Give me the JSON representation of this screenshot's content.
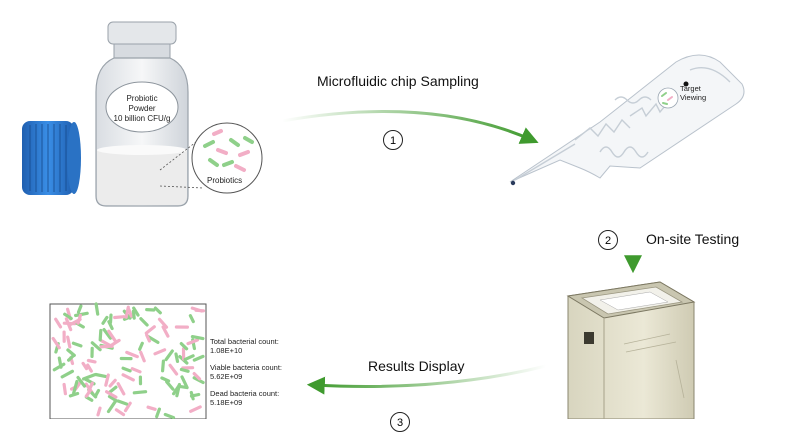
{
  "bottle": {
    "label_line1": "Probiotic",
    "label_line2": "Powder",
    "label_line3": "10 billion CFU/g",
    "zoom_label": "Probiotics"
  },
  "chip": {
    "target_line1": "Target",
    "target_line2": "Viewing"
  },
  "steps": [
    {
      "number": "1",
      "label": "Microfluidic chip Sampling"
    },
    {
      "number": "2",
      "label": "On-site Testing"
    },
    {
      "number": "3",
      "label": "Results Display"
    }
  ],
  "results": {
    "total_label": "Total bacterial count:",
    "total_value": "1.08E+10",
    "viable_label": "Viable bacteria count:",
    "viable_value": "5.62E+09",
    "dead_label": "Dead bacteria count:",
    "dead_value": "5.18E+09"
  },
  "colors": {
    "arrow_green": "#3f9a2e",
    "cap_blue": "#2f7fd6",
    "live_green": "#8fd08a",
    "dead_pink": "#f2aec6",
    "device_body": "#e3e0cc"
  }
}
